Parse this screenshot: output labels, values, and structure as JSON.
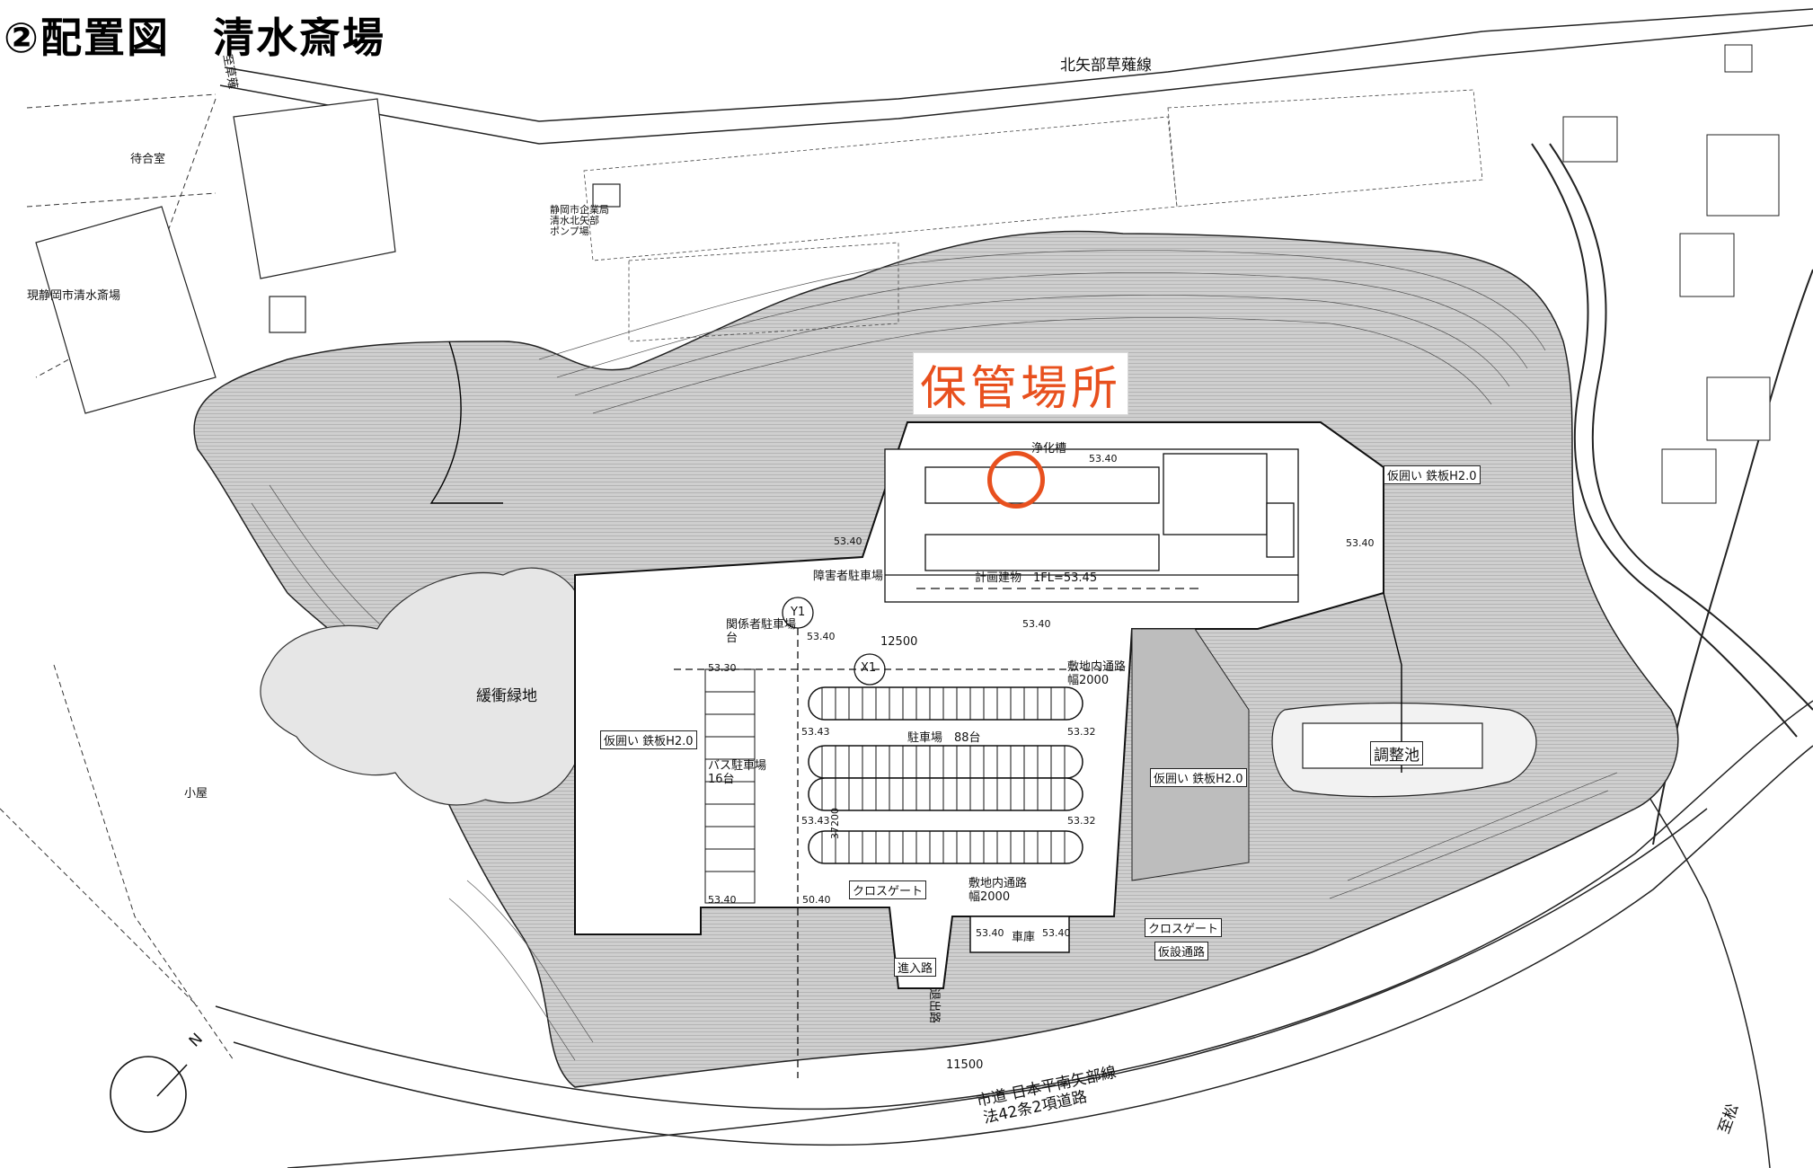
{
  "title": "②配置図　清水斎場",
  "highlight": {
    "label": "保管場所",
    "color": "#e8501e"
  },
  "roads": {
    "north_road": "北矢部草薙線",
    "south_road_1": "市道 日本平南矢部線",
    "south_road_2": "法42条2項道路",
    "east_bound": "至松",
    "north_bound": "至草薙"
  },
  "site": {
    "buffer_green": "緩衝緑地",
    "building": "計画建物　1FL=53.45",
    "parking_main": "駐車場　88台",
    "parking_disabled": "障害者駐車場",
    "parking_bus": "バス駐車場\n16台",
    "parking_related": "関係者駐車場\n台",
    "garage": "車庫",
    "entrance_road": "進入路",
    "exit_road": "退出路",
    "site_road_1": "敷地内通路\n幅2000",
    "site_road_2": "敷地内通路\n幅2000",
    "cross_gate_1": "クロスゲート",
    "cross_gate_2": "クロスゲート",
    "temp_road": "仮設通路",
    "fence_1": "仮囲い 鉄板H2.0",
    "fence_2": "仮囲い 鉄板H2.0",
    "fence_3": "仮囲い 鉄板H2.0",
    "pond": "調整池",
    "septic": "浄化槽",
    "existing": "現静岡市清水斎場",
    "waiting": "待合室",
    "pump": "静岡市企業局\n清水北矢部\nポンプ場",
    "shed": "小屋",
    "axis_x1": "X1",
    "axis_y1": "Y1",
    "dim_12500": "12500",
    "dim_11500": "11500",
    "dim_37200": "37200",
    "lv_5340_a": "53.40",
    "lv_5340_b": "53.40",
    "lv_5340_c": "53.40",
    "lv_5340_d": "53.40",
    "lv_5340_e": "53.40",
    "lv_5330": "53.30",
    "lv_5343_a": "53.43",
    "lv_5343_b": "53.43",
    "lv_5332_a": "53.32",
    "lv_5332_b": "53.32",
    "lv_5340_f": "53.40",
    "lv_5040": "50.40",
    "lv_5340_g": "53.40",
    "lv_5340_h": "53.40"
  },
  "north": "N",
  "colors": {
    "terrain_fill": "#d9d9d9",
    "line": "#222222",
    "accent": "#e8501e"
  }
}
